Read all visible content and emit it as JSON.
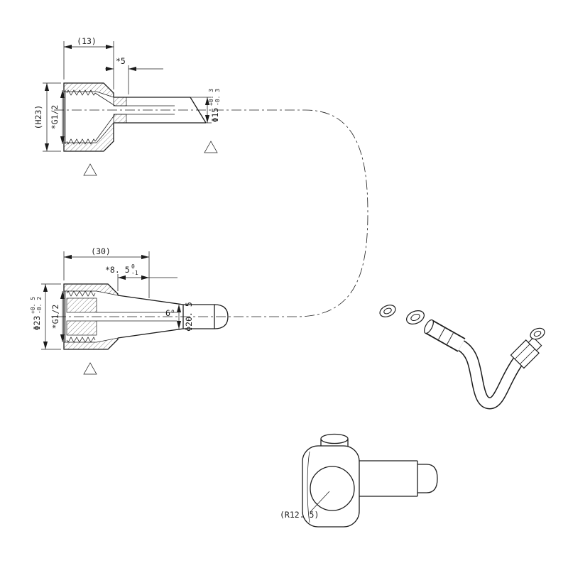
{
  "page": {
    "background_color": "#ffffff",
    "line_color": "#1c1c1c"
  },
  "views": {
    "hose_nut_section": {
      "width_dim": "(13)",
      "collar_dim": "*5",
      "height_dim": "(H23)",
      "thread_dim": "*G1/2",
      "hose_dia": {
        "main": "Φ15",
        "upper": "+0. 3",
        "lower": "-0. 3"
      }
    },
    "cone_nut_section": {
      "width_dim": "(30)",
      "crimp_dim": {
        "main": "*8. 5",
        "upper": "0",
        "lower": "-1"
      },
      "outer_dia": {
        "main": "Φ23",
        "upper": "+0. 5",
        "lower": "-0. 2"
      },
      "thread_dim": "*G1/2",
      "taper_angle": "6°",
      "nozzle_dia": "Φ20. 5"
    },
    "elbow_detail": {
      "radius_dim": "(R12. 5)"
    }
  }
}
